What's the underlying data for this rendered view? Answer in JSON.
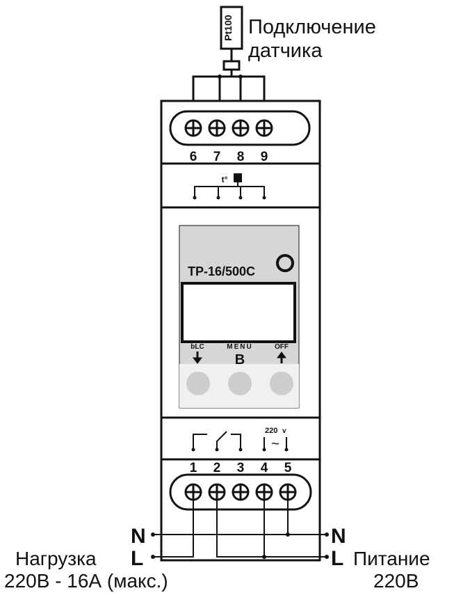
{
  "sensor": {
    "label": "Pt100",
    "caption_line1": "Подключение",
    "caption_line2": "датчика"
  },
  "device": {
    "model": "ТР-16/500С",
    "top_terminals": [
      "6",
      "7",
      "8",
      "9"
    ],
    "bottom_terminals": [
      "1",
      "2",
      "3",
      "4",
      "5"
    ],
    "temp_symbol": "t°",
    "supply_symbol": "220",
    "supply_unit": "v",
    "ac_symbol": "~",
    "buttons": [
      {
        "label": "bLC",
        "glyph": "arrow-down-icon"
      },
      {
        "label": "MENU",
        "glyph_text": "В"
      },
      {
        "label": "OFF",
        "glyph": "arrow-up-icon"
      }
    ],
    "colors": {
      "panel": "#d6d6d6",
      "button": "#cdcdcd",
      "stroke": "#111111"
    }
  },
  "wiring": {
    "load_N": "N",
    "load_L": "L",
    "load_caption_line1": "Нагрузка",
    "load_caption_line2": "220В - 16А (макс.)",
    "supply_N": "N",
    "supply_L": "L",
    "supply_caption_line1": "Питание",
    "supply_caption_line2": "220В"
  }
}
